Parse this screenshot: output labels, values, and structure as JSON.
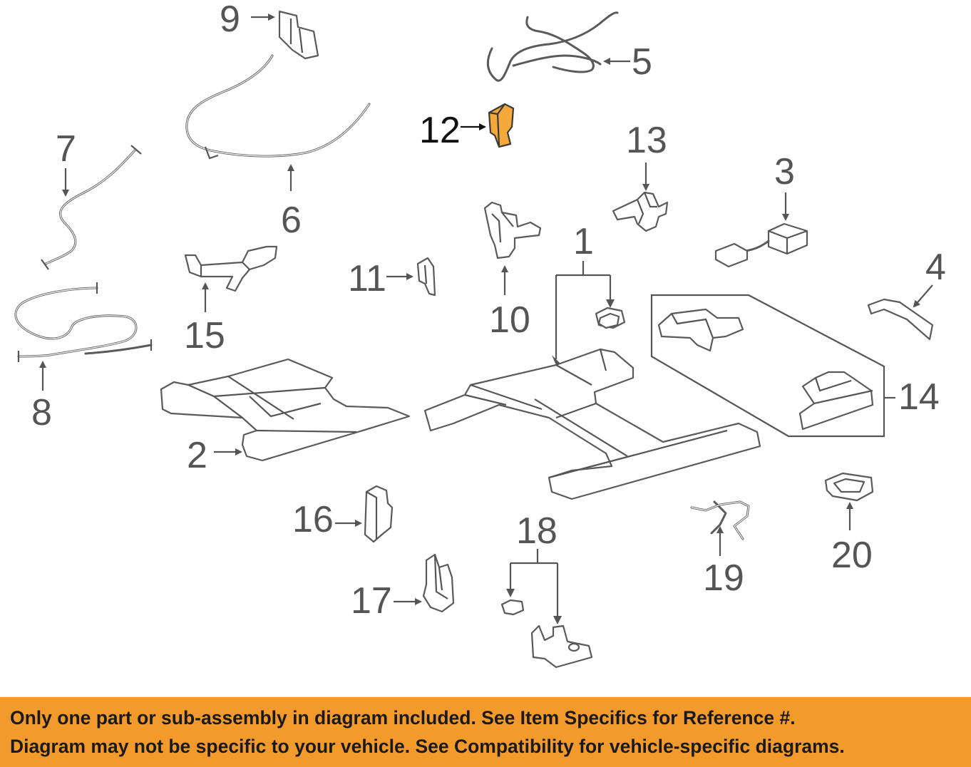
{
  "diagram": {
    "callouts": {
      "c1": "1",
      "c2": "2",
      "c3": "3",
      "c4": "4",
      "c5": "5",
      "c6": "6",
      "c7": "7",
      "c8": "8",
      "c9": "9",
      "c10": "10",
      "c11": "11",
      "c12": "12",
      "c13": "13",
      "c14": "14",
      "c15": "15",
      "c16": "16",
      "c17": "17",
      "c18": "18",
      "c19": "19",
      "c20": "20"
    },
    "highlighted_part": "12",
    "colors": {
      "highlight": "#f4a93a",
      "banner": "#f39a2d",
      "linework": "#5a5a5a"
    }
  },
  "banner": {
    "line1": "Only one part or sub-assembly in diagram included. See Item Specifics for Reference #.",
    "line2": "Diagram may not be specific to your vehicle. See Compatibility for vehicle-specific diagrams."
  }
}
